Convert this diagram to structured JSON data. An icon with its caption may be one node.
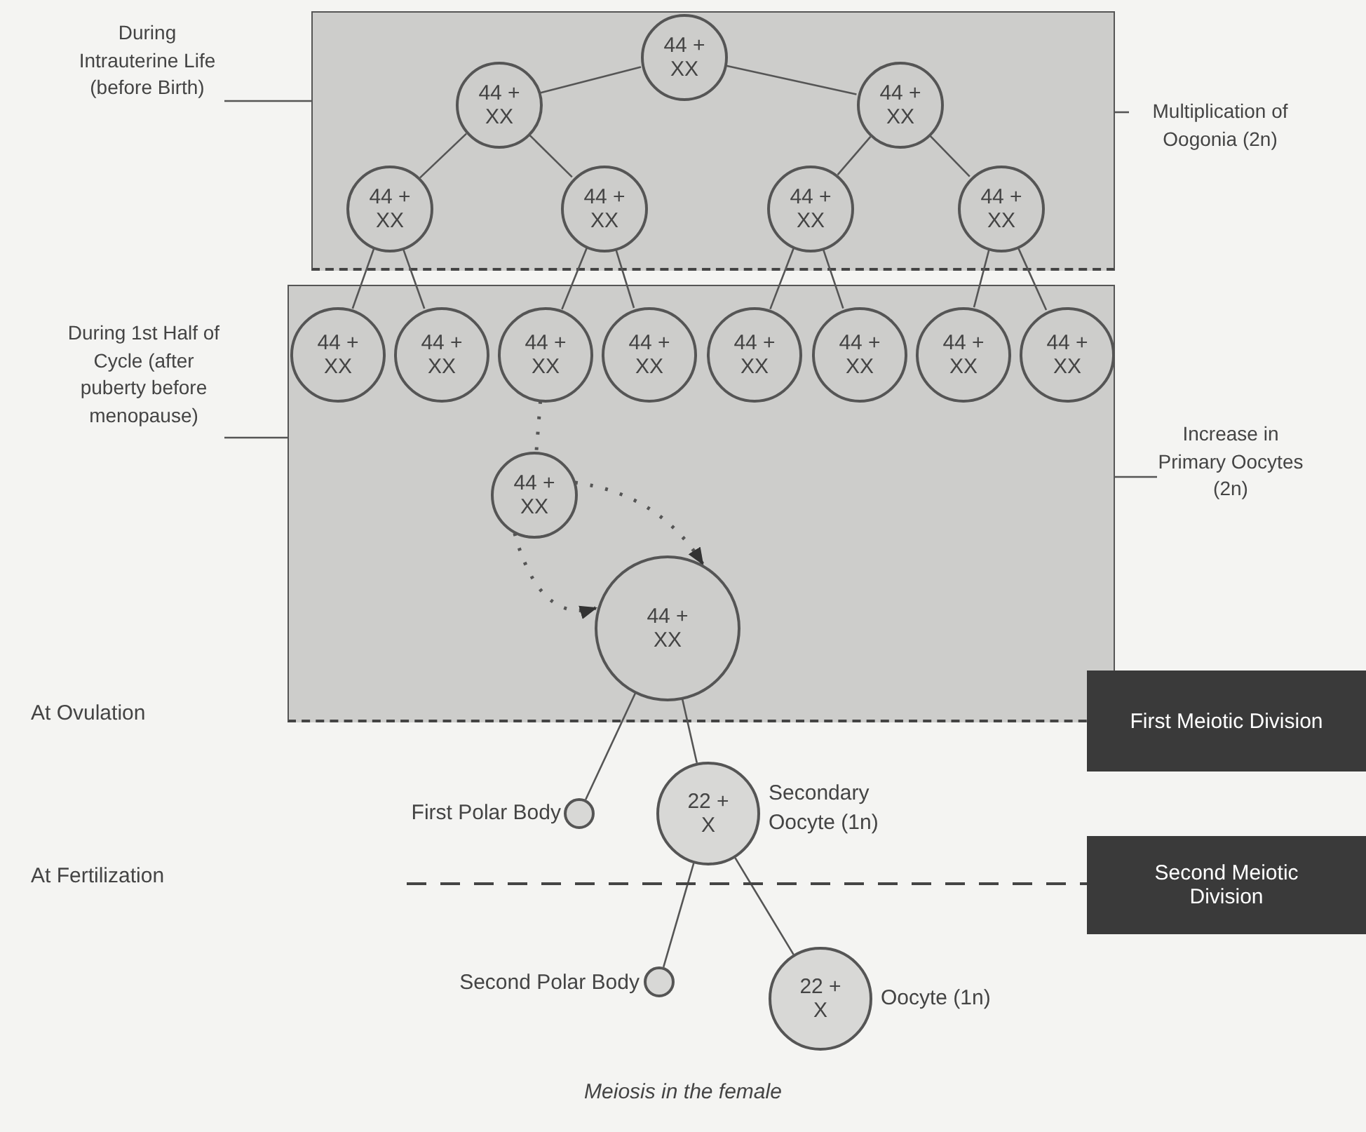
{
  "diagram": {
    "caption": "Meiosis in the female",
    "nodes": [
      {
        "text": [],
        "shape": "box"
      },
      {
        "text": [
          "44 + XX"
        ],
        "in": 0
      },
      {
        "text": [
          "44 + XX"
        ],
        "in": 0
      },
      {
        "text": [
          "44 + XX"
        ],
        "in": 0
      },
      {
        "text": [
          "44 + XX"
        ],
        "in": 0
      },
      {
        "text": [
          "44 + XX"
        ],
        "in": 0
      },
      {
        "text": [
          "44 + XX"
        ],
        "in": 0
      },
      {
        "text": [
          "44 + XX"
        ],
        "in": 0
      },
      {
        "text": [],
        "shape": "box"
      },
      {
        "text": [
          "44 + XX"
        ],
        "in": 8
      },
      {
        "text": [
          "44 + XX"
        ],
        "in": 8
      },
      {
        "text": [
          "44 + XX"
        ],
        "in": 8
      },
      {
        "text": [
          "44 + XX"
        ],
        "in": 8
      },
      {
        "text": [
          "44 + XX"
        ],
        "in": 8
      },
      {
        "text": [
          "44 + XX"
        ],
        "in": 8
      },
      {
        "text": [
          "44 + XX"
        ],
        "in": 8
      },
      {
        "text": [
          "44 + XX"
        ],
        "in": 8
      },
      {
        "text": [
          "44 + XX"
        ],
        "in": 8
      },
      {
        "text": [
          "44 + XX"
        ],
        "in": 8
      },
      {
        "text": [],
        "shape": "circle",
        "beside": [
          "First Polar Body"
        ]
      },
      {
        "text": [
          "22 + X"
        ],
        "beside": [
          "Secondary Oocyte (1n)"
        ]
      },
      {
        "text": [],
        "shape": "circle",
        "beside": [
          "Second Polar Body"
        ]
      },
      {
        "text": [
          "22 + X"
        ],
        "beside": [
          "Oocyte (1n)"
        ]
      },
      {
        "text": [
          "First Meiotic Division"
        ]
      },
      {
        "text": [
          "Second Meiotic Division"
        ]
      },
      {
        "text": [
          "During Intrauterine Life (before Birth)"
        ]
      },
      {
        "text": [
          "Multiplication of Oogonia (2n)"
        ]
      },
      {
        "text": [
          "During 1st Half of Cycle (after puberty before menopause)"
        ]
      },
      {
        "text": [
          "Increase in Primary Oocytes (2n)"
        ]
      }
    ],
    "edges": [
      {
        "from": 1,
        "to": 2,
        "arrow": "none"
      },
      {
        "from": 1,
        "to": 3,
        "arrow": "none"
      },
      {
        "from": 2,
        "to": 4,
        "arrow": "none"
      },
      {
        "from": 2,
        "to": 5,
        "arrow": "none"
      },
      {
        "from": 3,
        "to": 6,
        "arrow": "none"
      },
      {
        "from": 3,
        "to": 7,
        "arrow": "none"
      },
      {
        "from": 4,
        "to": 9,
        "arrow": "none"
      },
      {
        "from": 4,
        "to": 10,
        "arrow": "none"
      },
      {
        "from": 5,
        "to": 11,
        "arrow": "none"
      },
      {
        "from": 5,
        "to": 12,
        "arrow": "none"
      },
      {
        "from": 6,
        "to": 13,
        "arrow": "none"
      },
      {
        "from": 6,
        "to": 14,
        "arrow": "none"
      },
      {
        "from": 7,
        "to": 15,
        "arrow": "none"
      },
      {
        "from": 7,
        "to": 16,
        "arrow": "none"
      },
      {
        "from": 11,
        "to": 17,
        "arrow": "none",
        "style": "dashed"
      },
      {
        "from": 17,
        "to": 18,
        "arrow": "to",
        "style": "dashed"
      },
      {
        "from": 17,
        "to": 18,
        "arrow": "to",
        "style": "dashed"
      },
      {
        "from": 18,
        "to": 19,
        "arrow": "none"
      },
      {
        "from": 18,
        "to": 20,
        "arrow": "none"
      },
      {
        "from": 20,
        "to": 21,
        "arrow": "none"
      },
      {
        "from": 20,
        "to": 22,
        "arrow": "none"
      },
      {
        "from": 25,
        "to": 0,
        "arrow": "none"
      },
      {
        "from": 26,
        "to": 0,
        "arrow": "none"
      },
      {
        "from": 27,
        "to": 8,
        "arrow": "none"
      },
      {
        "from": 28,
        "to": 8,
        "arrow": "none"
      }
    ],
    "labels": [
      "At Ovulation",
      "At Fertilization"
    ]
  }
}
